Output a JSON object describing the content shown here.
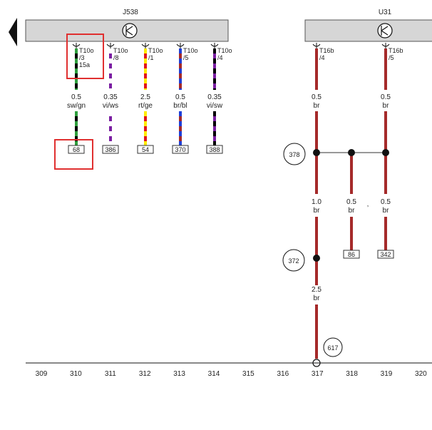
{
  "components": {
    "left": {
      "name": "J538",
      "symbol": "ground-fault-symbol"
    },
    "right": {
      "name": "U31",
      "symbol": "ground-fault-symbol"
    }
  },
  "nav": {
    "arrow": "back-arrow-icon"
  },
  "wires": [
    {
      "conn": [
        "T10o",
        "/3",
        "15a"
      ],
      "gauge": "0.5",
      "color": "sw/gn",
      "ref": "68",
      "colors": [
        "#000000",
        "#2e9e3c"
      ]
    },
    {
      "conn": [
        "T10o",
        "/8"
      ],
      "gauge": "0.35",
      "color": "vi/ws",
      "ref": "386",
      "colors": [
        "#7b1fa2",
        "#ffffff"
      ]
    },
    {
      "conn": [
        "T10o",
        "/1"
      ],
      "gauge": "2.5",
      "color": "rt/ge",
      "ref": "54",
      "colors": [
        "#e0151b",
        "#ffeb00"
      ]
    },
    {
      "conn": [
        "T10o",
        "/5"
      ],
      "gauge": "0.5",
      "color": "br/bl",
      "ref": "370",
      "colors": [
        "#a52a2a",
        "#1e3fd8"
      ]
    },
    {
      "conn": [
        "T10o",
        "/4"
      ],
      "gauge": "0.35",
      "color": "vi/sw",
      "ref": "388",
      "colors": [
        "#7b1fa2",
        "#000000"
      ]
    }
  ],
  "right_wires": {
    "a": {
      "conn": [
        "T16b",
        "/4"
      ],
      "gauge": "0.5",
      "color": "br"
    },
    "b": {
      "conn": [
        "T16b",
        "/5"
      ],
      "gauge": "0.5",
      "color": "br"
    },
    "c": {
      "gauge": "1.0",
      "color": "br"
    },
    "d": {
      "gauge": "0.5",
      "color": "br",
      "ref": "86"
    },
    "e": {
      "gauge": "0.5",
      "color": "br",
      "ref": "342"
    },
    "f": {
      "gauge": "2.5",
      "color": "br"
    }
  },
  "ground_points": [
    "378",
    "372",
    "617"
  ],
  "stray_mark": ",",
  "axis_numbers": [
    "309",
    "310",
    "311",
    "312",
    "313",
    "314",
    "315",
    "316",
    "317",
    "318",
    "319",
    "320"
  ],
  "colors": {
    "brown_wire": "#a52a2a",
    "highlight": "#e03030",
    "component_fill": "#d6d6d6"
  }
}
